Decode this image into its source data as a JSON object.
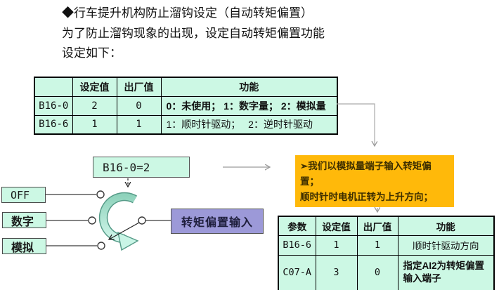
{
  "header": {
    "title": "◆行车提升机构防止溜钩设定（自动转矩偏置）",
    "line2": "为了防止溜钩现象的出现，设定自动转矩偏置功能",
    "line3": "设定如下："
  },
  "param_table": {
    "headers": [
      "",
      "设定值",
      "出厂值",
      "功能"
    ],
    "rows": [
      {
        "param": "B16-0",
        "set_value": "2",
        "factory_value": "0",
        "function": "0：未使用； 1：数字量； 2：模拟量"
      },
      {
        "param": "B16-6",
        "set_value": "1",
        "factory_value": "1",
        "function": "1：顺时针驱动；　 2：逆时针驱动"
      }
    ]
  },
  "switch_diagram": {
    "setting_label": "B16-0=2",
    "options": [
      "OFF",
      "数字",
      "模拟"
    ],
    "output_label": "转矩偏置输入"
  },
  "note_box": {
    "line1": "➢我们以模拟量端子输入转矩偏置；",
    "line2": "顺时针时电机正转为上升方向；"
  },
  "result_table": {
    "headers": [
      "参数",
      "设定值",
      "出厂值",
      "功能"
    ],
    "rows": [
      {
        "param": "B16-6",
        "set_value": "1",
        "factory_value": "1",
        "function": "顺时针驱动方向"
      },
      {
        "param": "C07-A",
        "set_value": "3",
        "factory_value": "0",
        "function": "指定AI2为转矩偏置输入端子"
      }
    ]
  },
  "colors": {
    "cell_bg": "#ccf8e4",
    "note_bg": "#ffb90a",
    "output_bg": "#9c99d8",
    "connector_gray": "#9b9b9b",
    "ribbon_teal_dark": "#569b88",
    "ribbon_teal_light": "#dcfcf2"
  }
}
